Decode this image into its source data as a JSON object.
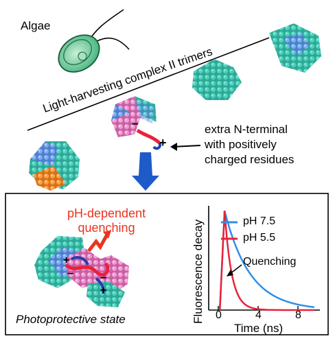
{
  "labels": {
    "algae": "Algae",
    "lhc": "Light-harvesting complex II trimers",
    "nterm": [
      "extra N-terminal",
      "with positively",
      "charged residues"
    ],
    "ph_quench": [
      "pH-dependent",
      "quenching"
    ],
    "photoprotective": "Photoprotective state",
    "charge_plus": "+",
    "charge_minus": "−"
  },
  "chart_data": {
    "type": "line",
    "xlabel": "Time (ns)",
    "ylabel": "Fluorescence decay",
    "xlim": [
      -2,
      12
    ],
    "ylim": [
      0,
      1.05
    ],
    "x_ticks": [
      "0",
      "4",
      "8"
    ],
    "series": [
      {
        "name": "pH 7.5",
        "color": "#2f8fe6",
        "tau": 3.2
      },
      {
        "name": "pH 5.5",
        "color": "#e8223a",
        "tau": 0.9
      }
    ],
    "annotation": "Quenching"
  },
  "colors": {
    "teal": "#2fb3a3",
    "blue": "#6b9be0",
    "pink": "#e887c4",
    "orange": "#f08a24",
    "arrow": "#1e5bc8",
    "red": "#e8223a"
  }
}
